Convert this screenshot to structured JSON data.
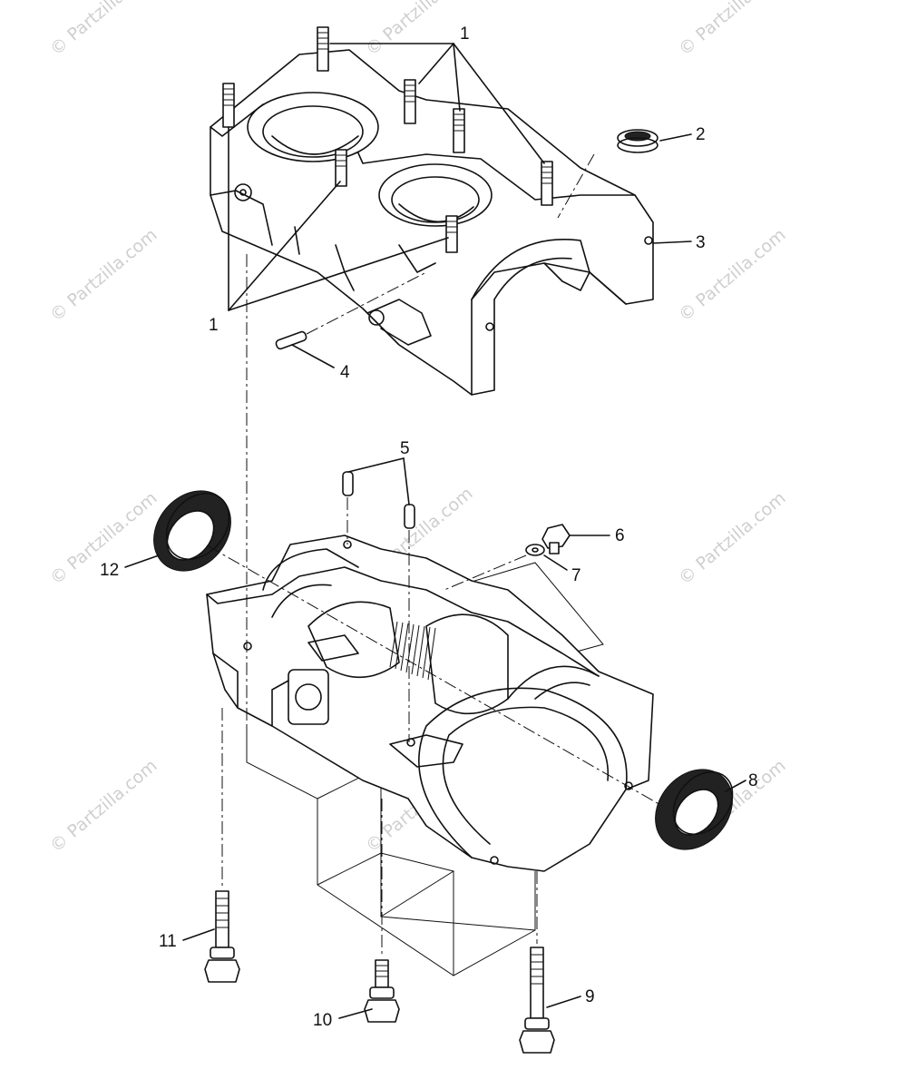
{
  "callouts": {
    "c1a": "1",
    "c1b": "1",
    "c2": "2",
    "c3": "3",
    "c4": "4",
    "c5": "5",
    "c6": "6",
    "c7": "7",
    "c8": "8",
    "c9": "9",
    "c10": "10",
    "c11": "11",
    "c12": "12"
  },
  "watermark": "© Partzilla.com",
  "colors": {
    "ink": "#111111",
    "watermark": "#cfcfcf",
    "background": "#ffffff"
  }
}
